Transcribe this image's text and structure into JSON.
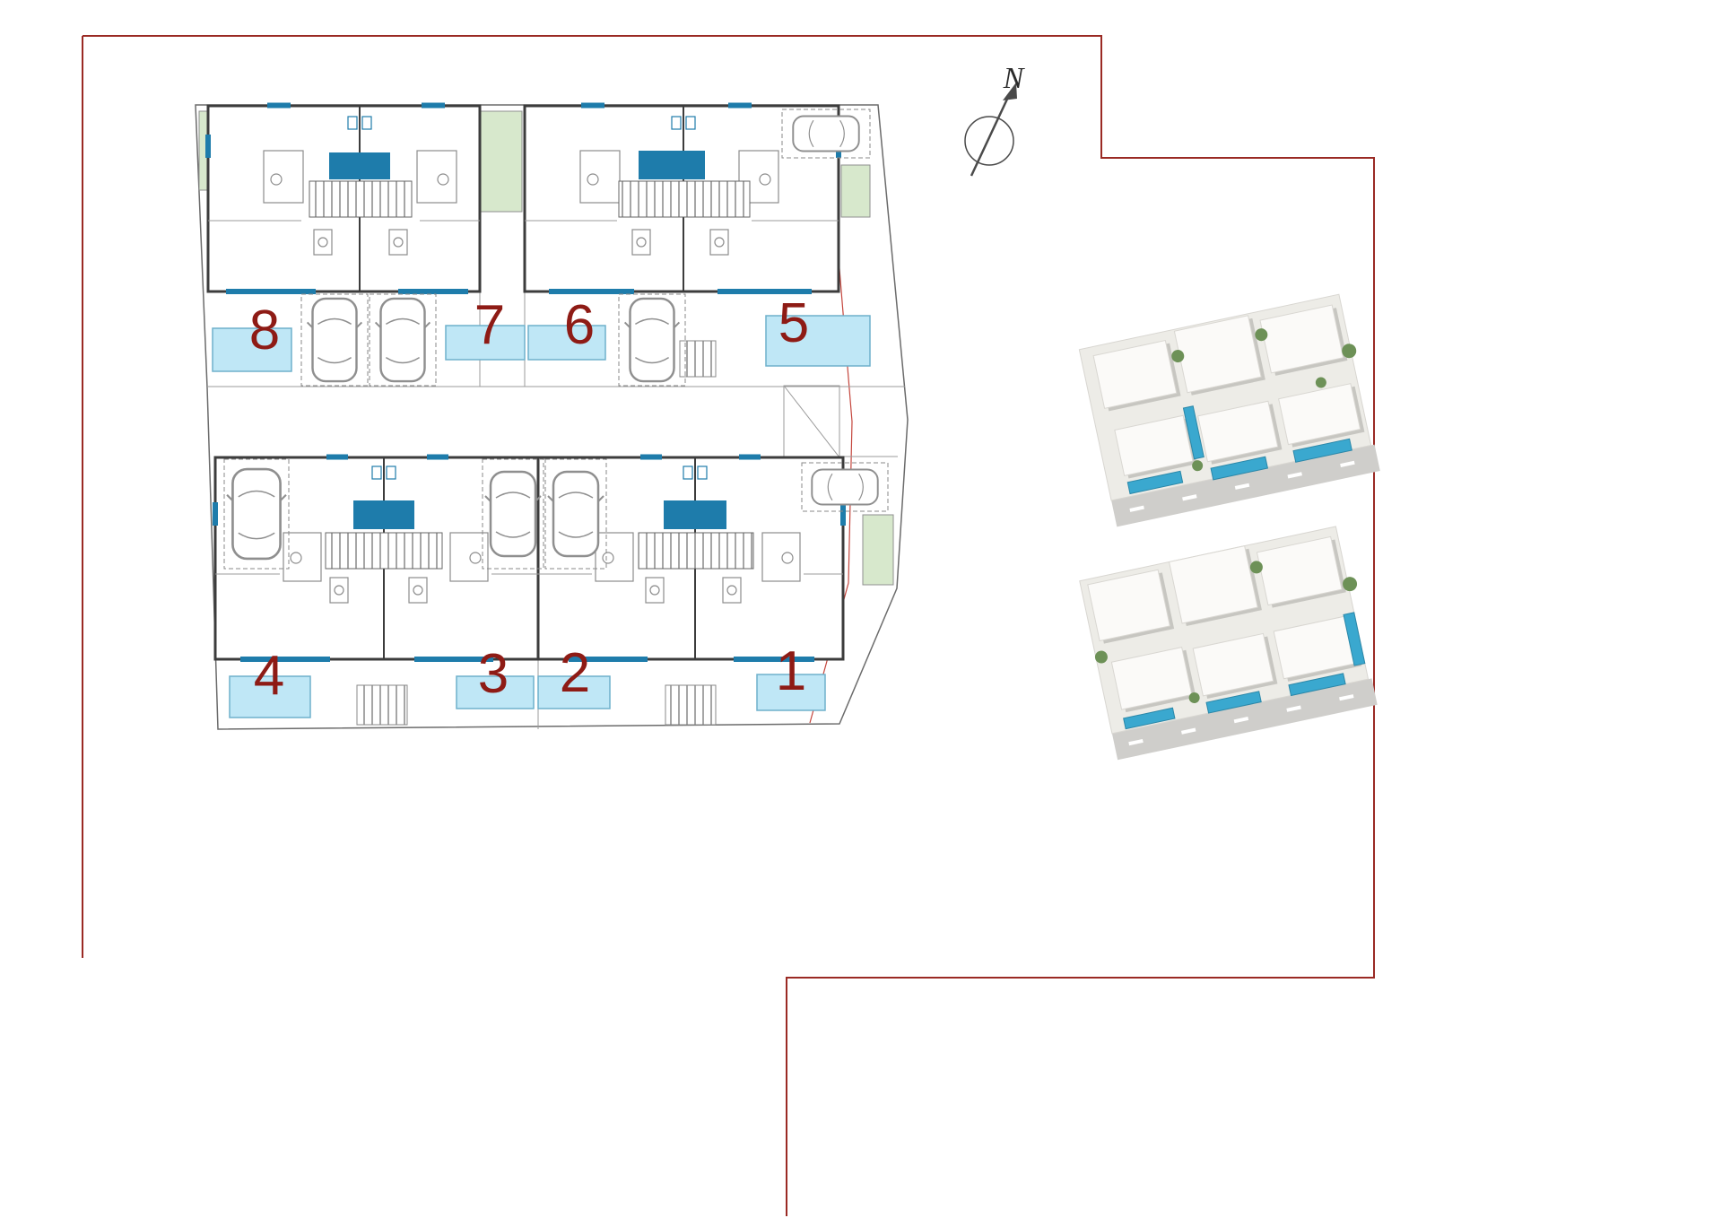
{
  "compass": {
    "label": "N"
  },
  "plots": {
    "top_row": [
      {
        "number": "8"
      },
      {
        "number": "7"
      },
      {
        "number": "6"
      },
      {
        "number": "5"
      }
    ],
    "bottom_row": [
      {
        "number": "4"
      },
      {
        "number": "3"
      },
      {
        "number": "2"
      },
      {
        "number": "1"
      }
    ]
  },
  "colors": {
    "boundary_red": "#9a2a24",
    "survey_line_red": "#c4453c",
    "plot_number_red": "#8e1b15",
    "pool_blue": "#bfe7f6",
    "pool_border": "#6fb0cb",
    "accent_blue": "#1e7cab",
    "grass_green": "#d7e8cc",
    "render_pool_blue": "#3aa8cf",
    "wall_gray": "#3c3c3c"
  },
  "icons": {
    "compass": "north-arrow",
    "vehicles": "car-top-view"
  }
}
